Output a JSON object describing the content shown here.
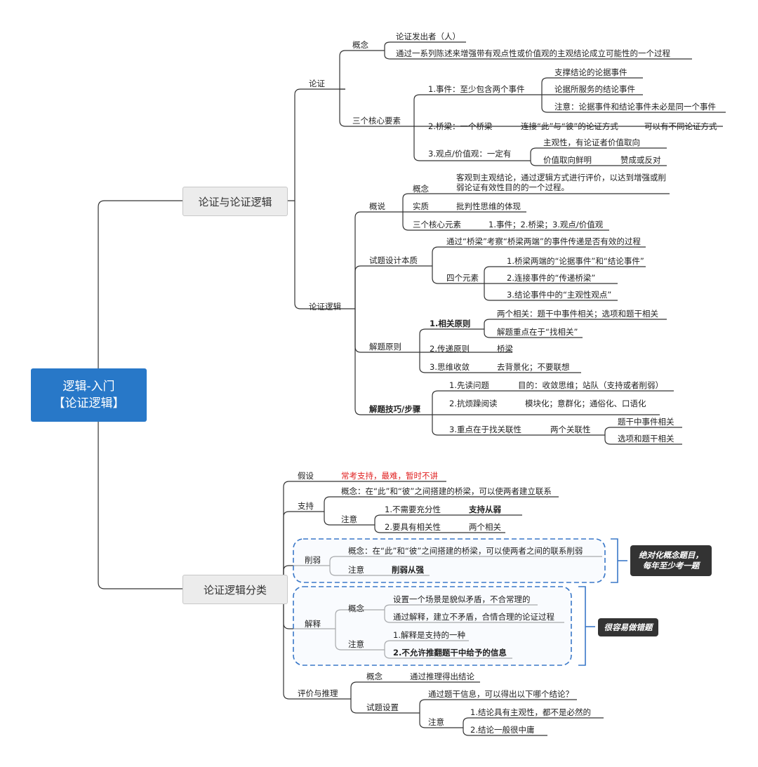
{
  "root": {
    "line1": "逻辑-入门",
    "line2": "【论证逻辑】"
  },
  "branch1": {
    "label": "论证与论证逻辑",
    "argument": {
      "label": "论证",
      "concept": {
        "label": "概念",
        "items": [
          "论证发出者（人）",
          "通过一系列陈述来增强带有观点性或价值观的主观结论成立可能性的一个过程"
        ]
      },
      "core": {
        "label": "三个核心要素",
        "event": {
          "label": "1.事件：至少包含两个事件",
          "items": [
            "支撑结论的论据事件",
            "论据所服务的结论事件",
            "注意：论据事件和结论事件未必是同一个事件"
          ]
        },
        "bridge": {
          "label": "2.桥梁：一个桥梁",
          "connect": "连接“此”与“彼”的论证方式",
          "note": "可以有不同论证方式"
        },
        "view": {
          "label": "3.观点/价值观：一定有",
          "subjective": "主观性，有论证者价值取向",
          "clear": "价值取向鲜明",
          "stance": "赞成或反对"
        }
      }
    },
    "logic": {
      "label": "论证逻辑",
      "overview": {
        "label": "概说",
        "concept_label": "概念",
        "concept_text": "客观到主观结论，通过逻辑方式进行评价，以达到增强或削弱论证有效性目的的一个过程。",
        "essence_label": "实质",
        "essence_text": "批判性思维的体现",
        "core_label": "三个核心元素",
        "core_text": "1.事件；2.桥梁；3.观点/价值观"
      },
      "design": {
        "label": "试题设计本质",
        "desc": "通过“桥梁”考察“桥梁两端”的事件传递是否有效的过程",
        "four_label": "四个元素",
        "four_items": [
          "1.桥梁两端的“论据事件”和“结论事件”",
          "2.连接事件的“传递桥梁”",
          "3.结论事件中的“主观性观点”"
        ]
      },
      "principles": {
        "label": "解题原则",
        "relevance": {
          "label": "1.相关原则",
          "items": [
            "两个相关：题干中事件相关；选项和题干相关",
            "解题重点在于“找相关”"
          ]
        },
        "transfer": {
          "label": "2.传递原则",
          "value": "桥梁"
        },
        "converge": {
          "label": "3.思维收敛",
          "value": "去背景化；不要联想"
        }
      },
      "steps": {
        "label": "解题技巧/步骤",
        "s1": {
          "label": "1.先读问题",
          "value": "目的：收敛思维；站队（支持或者削弱）"
        },
        "s2": {
          "label": "2.抗烦躁阅读",
          "value": "模块化；意群化；通俗化、口语化"
        },
        "s3": {
          "label": "3.重点在于找关联性",
          "mid": "两个关联性",
          "items": [
            "题干中事件相关",
            "选项和题干相关"
          ]
        }
      }
    }
  },
  "branch2": {
    "label": "论证逻辑分类",
    "assume": {
      "label": "假设",
      "note": "常考支持，最难，暂时不讲"
    },
    "support": {
      "label": "支持",
      "concept": "概念：在“此”和“彼”之间搭建的桥梁，可以使两者建立联系",
      "note_label": "注意",
      "n1": "1.不需要充分性",
      "n1_value": "支持从弱",
      "n2": "2.要具有相关性",
      "n2_value": "两个相关"
    },
    "weaken": {
      "label": "削弱",
      "concept": "概念：在“此”和“彼”之间搭建的桥梁，可以使两者之间的联系削弱",
      "note_label": "注意",
      "note_value": "削弱从强"
    },
    "explain": {
      "label": "解释",
      "concept_label": "概念",
      "concept_items": [
        "设置一个场景是貌似矛盾，不合常理的",
        "通过解释，建立不矛盾，合情合理的论证过程"
      ],
      "note_label": "注意",
      "note_items": [
        "1.解释是支持的一种",
        "2.不允许推翻题干中给予的信息"
      ]
    },
    "eval": {
      "label": "评价与推理",
      "concept_label": "概念",
      "concept_value": "通过推理得出结论",
      "design_label": "试题设置",
      "design_value": "通过题干信息，可以得出以下哪个结论？",
      "note_label": "注意",
      "note_items": [
        "1.结论具有主观性，都不是必然的",
        "2.结论一般很中庸"
      ]
    }
  },
  "callouts": {
    "weaken_line1": "绝对化概念题目，",
    "weaken_line2": "每年至少考一题",
    "explain": "很容易做错题"
  },
  "colors": {
    "root": "#2878c8",
    "line": "#333333",
    "dash": "#3a78c8",
    "highlight": "#e02020",
    "callout": "#333333"
  }
}
